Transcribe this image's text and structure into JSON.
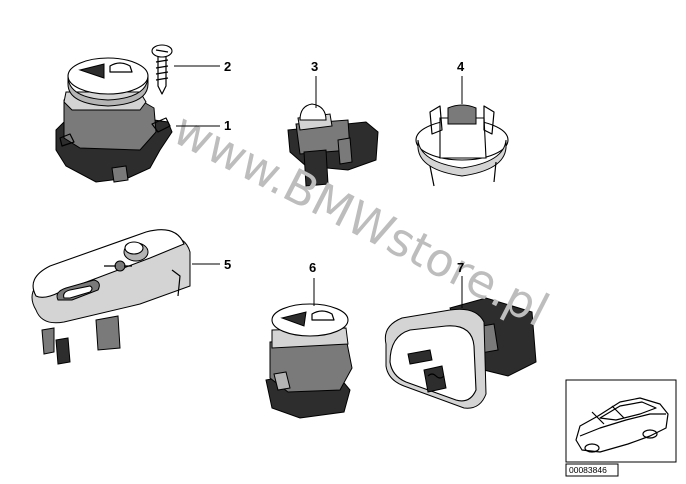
{
  "callouts": [
    "1",
    "2",
    "3",
    "4",
    "5",
    "6",
    "7"
  ],
  "watermark": "www.BMWstore.pl",
  "thumbnail": {
    "code": "00083846"
  },
  "colors": {
    "line": "#000000",
    "watermark": "#bdbdbd",
    "dark_part": "#2d2d2d",
    "mid_part": "#7a7a7a",
    "light_part": "#d4d4d4"
  }
}
